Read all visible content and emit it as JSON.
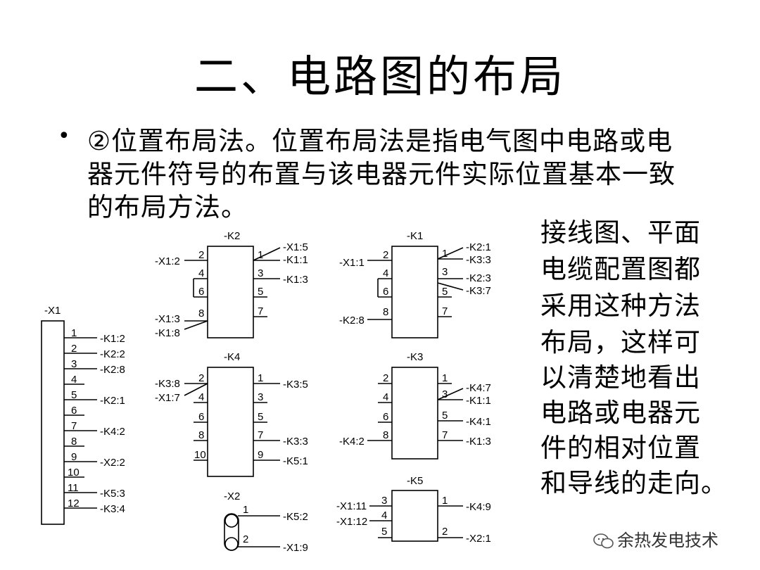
{
  "title": "二、电路图的布局",
  "bullet": {
    "marker": "•",
    "lines": [
      "②位置布局法。位置布局法是指电气图中电路或电",
      "器元件符号的布置与该电器元件实际位置基本一致",
      "的布局方法。"
    ]
  },
  "side_text": [
    "接线图、平面",
    "电缆配置图都",
    "采用这种方法",
    "布局，这样可",
    "以清楚地看出",
    "电路或电器元",
    "件的相对位置",
    "和导线的走向。"
  ],
  "watermark": "余热发电技术",
  "diagram": {
    "X1": {
      "name": "-X1",
      "pins": [
        "1",
        "2",
        "3",
        "4",
        "5",
        "6",
        "7",
        "8",
        "9",
        "10",
        "11",
        "12"
      ],
      "refs": [
        "-K1:2",
        "-K2:2",
        "-K2:8",
        "",
        "-K2:1",
        "",
        "-K4:2",
        "",
        "-X2:2",
        "",
        "-K5:3",
        "-K3:4"
      ]
    },
    "K2": {
      "name": "-K2",
      "left_pins": [
        "2",
        "4",
        "6",
        "8"
      ],
      "right_pins": [
        "1",
        "3",
        "5",
        "7"
      ],
      "left_refs": [
        "-X1:2",
        "",
        "",
        "-X1:3",
        "-K1:8"
      ],
      "right_refs": [
        "-X1:5",
        "-K1:1",
        "-K1:3"
      ]
    },
    "K1": {
      "name": "-K1",
      "left_pins": [
        "2",
        "4",
        "6",
        "8"
      ],
      "right_pins": [
        "1",
        "3",
        "5",
        "7"
      ],
      "left_refs": [
        "-X1:1",
        "-K2:8"
      ],
      "right_refs": [
        "-K2:1",
        "-K3:3",
        "-K2:3",
        "-K3:7"
      ]
    },
    "K4": {
      "name": "-K4",
      "left_pins": [
        "2",
        "4",
        "6",
        "8",
        "10"
      ],
      "right_pins": [
        "1",
        "3",
        "5",
        "7",
        "9"
      ],
      "left_refs": [
        "-K3:8",
        "-X1:7"
      ],
      "right_refs": [
        "-K3:5",
        "-K3:3",
        "-K5:1"
      ]
    },
    "K3": {
      "name": "-K3",
      "left_pins": [
        "2",
        "4",
        "6",
        "8"
      ],
      "right_pins": [
        "1",
        "3",
        "5",
        "7"
      ],
      "left_refs": [
        "-K4:2"
      ],
      "right_refs": [
        "-K4:7",
        "-K1:1",
        "-K4:1",
        "-K1:3"
      ]
    },
    "K5": {
      "name": "-K5",
      "left_pins": [
        "3",
        "4",
        "5"
      ],
      "right_pins": [
        "1",
        "2"
      ],
      "left_refs": [
        "-X1:11",
        "-X1:12"
      ],
      "right_refs": [
        "-K4:9",
        "-X2:1"
      ]
    },
    "X2": {
      "name": "-X2",
      "pins": [
        "1",
        "2"
      ],
      "refs": [
        "-K5:2",
        "-X1:9"
      ]
    }
  }
}
